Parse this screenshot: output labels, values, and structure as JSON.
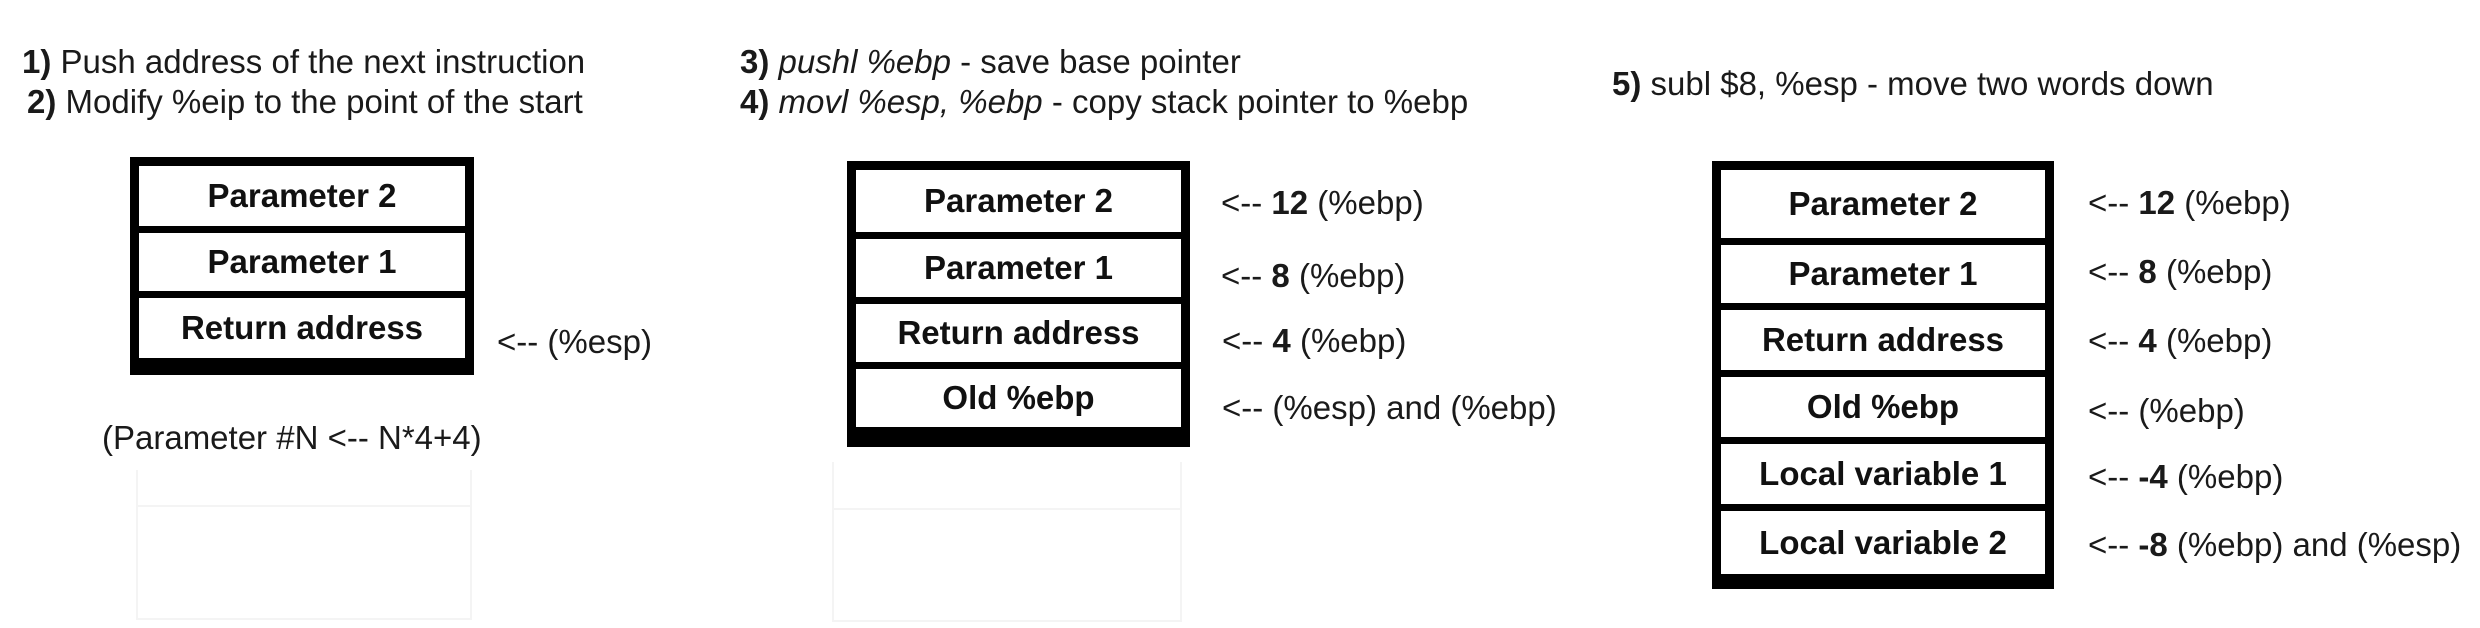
{
  "panel1": {
    "step1": {
      "num": "1)",
      "text": " Push address of the next instruction"
    },
    "step2": {
      "num": "2)",
      "text": " Modify %eip to the point of the start"
    },
    "cells": [
      "Parameter 2",
      "Parameter 1",
      "Return address"
    ],
    "pointer_esp": "<-- (%esp)",
    "note": "(Parameter #N <-- N*4+4)"
  },
  "panel2": {
    "step3": {
      "num": "3)",
      "cmd": "pushl %ebp",
      "text": " - save base pointer"
    },
    "step4": {
      "num": "4)",
      "cmd": "movl %esp, %ebp",
      "text": " - copy stack pointer to %ebp"
    },
    "cells": [
      "Parameter 2",
      "Parameter 1",
      "Return address",
      "Old %ebp"
    ],
    "pointers": [
      {
        "prefix": "<-- ",
        "offset": "12",
        "suffix": " (%ebp)"
      },
      {
        "prefix": "<-- ",
        "offset": "8",
        "suffix": " (%ebp)"
      },
      {
        "prefix": "<-- ",
        "offset": "4",
        "suffix": " (%ebp)"
      },
      {
        "prefix": "<-- (%esp) and (%ebp)",
        "offset": "",
        "suffix": ""
      }
    ]
  },
  "panel3": {
    "step5": {
      "num": "5)",
      "text": " subl $8, %esp - move two words down"
    },
    "cells": [
      "Parameter 2",
      "Parameter 1",
      "Return address",
      "Old %ebp",
      "Local variable 1",
      "Local variable 2"
    ],
    "pointers": [
      {
        "prefix": "<-- ",
        "offset": "12",
        "suffix": " (%ebp)"
      },
      {
        "prefix": "<-- ",
        "offset": "8",
        "suffix": " (%ebp)"
      },
      {
        "prefix": "<-- ",
        "offset": "4",
        "suffix": " (%ebp)"
      },
      {
        "prefix": "<-- (%ebp)",
        "offset": "",
        "suffix": ""
      },
      {
        "prefix": "<-- ",
        "offset": "-4",
        "suffix": " (%ebp)"
      },
      {
        "prefix": "<-- ",
        "offset": "-8",
        "suffix": " (%ebp) and (%esp)"
      }
    ]
  }
}
